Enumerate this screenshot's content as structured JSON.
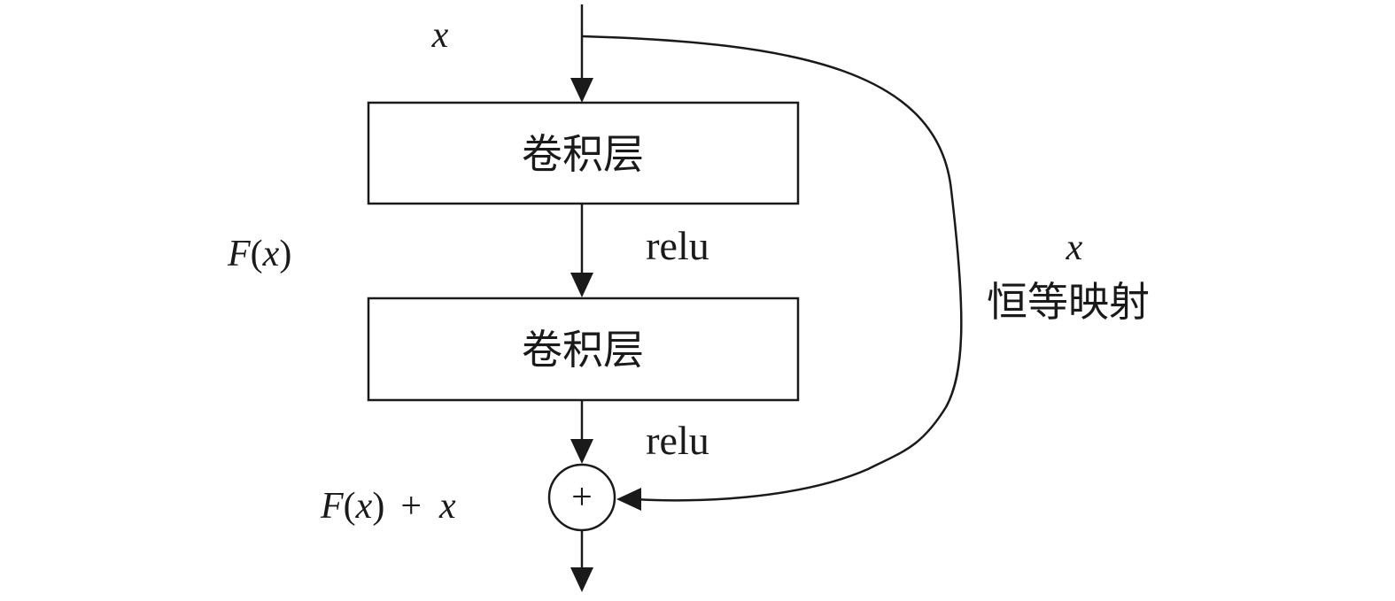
{
  "diagram": {
    "input_label": "x",
    "layer1_label": "卷积层",
    "layer2_label": "卷积层",
    "activation1_label": "relu",
    "activation2_label": "relu",
    "residual_label": {
      "F": "F",
      "open_paren": "(",
      "x": "x",
      "close_paren": ")"
    },
    "output_label": {
      "F": "F",
      "open_paren": "(",
      "x": "x",
      "close_paren": ")",
      "plus": "+",
      "x2": "x"
    },
    "shortcut_label": "x",
    "shortcut_caption": "恒等映射",
    "add_symbol": "+"
  }
}
